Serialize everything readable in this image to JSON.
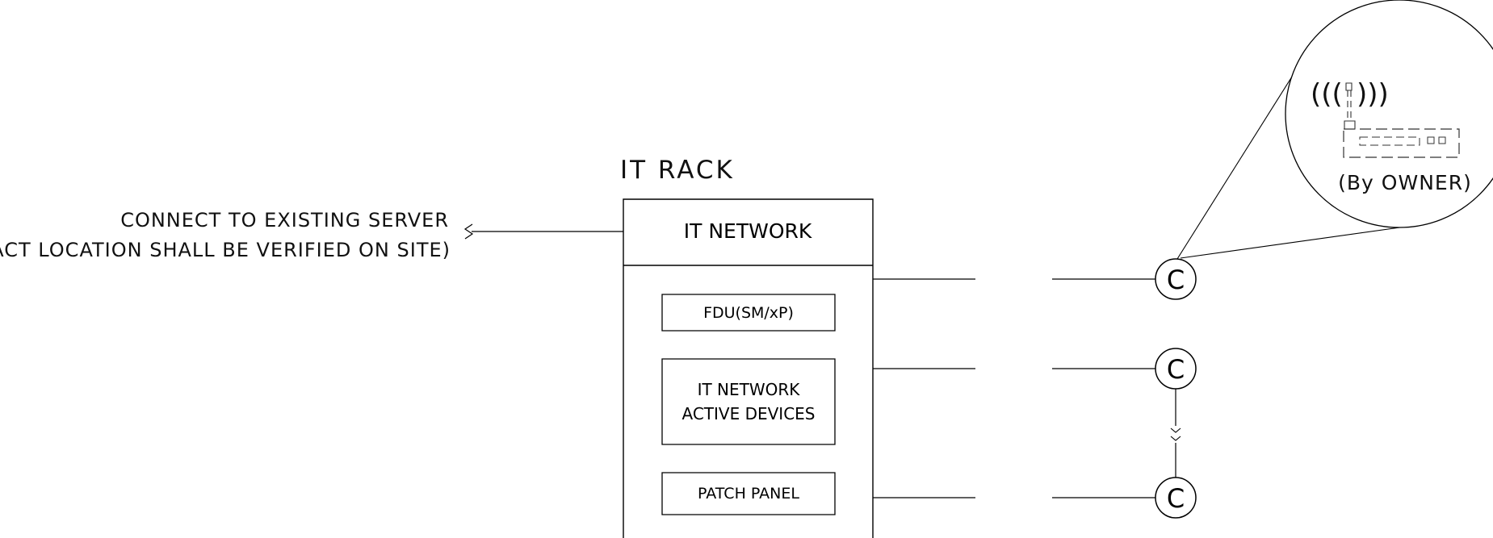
{
  "rack": {
    "title": "IT RACK",
    "header": "IT NETWORK",
    "modules": [
      {
        "label": "FDU(SM/xP)"
      },
      {
        "label_line1": "IT NETWORK",
        "label_line2": "ACTIVE DEVICES"
      },
      {
        "label": "PATCH PANEL"
      }
    ]
  },
  "server_note": {
    "line1": "CONNECT TO EXISTING SERVER",
    "line2": "(EXACT LOCATION SHALL BE VERIFIED ON SITE)"
  },
  "outlets": [
    {
      "symbol": "C"
    },
    {
      "symbol": "C"
    },
    {
      "symbol": "C"
    }
  ],
  "detail": {
    "caption": "(By OWNER)",
    "signal_left": "(((",
    "signal_right": ")))",
    "device": "wireless-access-point-icon"
  }
}
